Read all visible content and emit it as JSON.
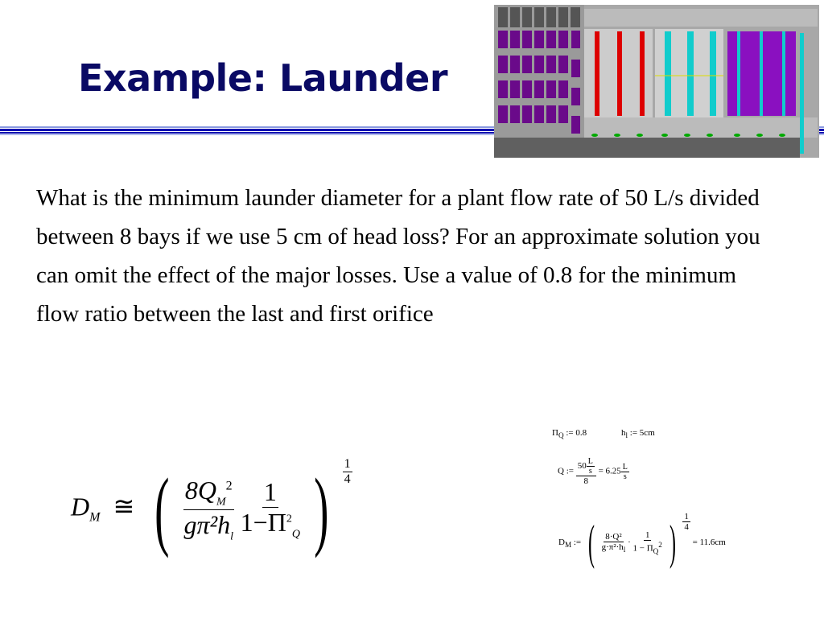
{
  "slide": {
    "title": "Example: Launder",
    "body": "What is the minimum launder diameter for a plant flow rate of 50 L/s divided between 8 bays if we use 5 cm of head loss?  For an approximate solution you can omit the effect of the major losses. Use a value of 0.8 for the minimum flow ratio between the last and first orifice"
  },
  "formula": {
    "lhs": "D",
    "lhs_sub": "M",
    "relation": "≅",
    "num1": "8Q",
    "num1_sub": "M",
    "num1_sup": "2",
    "den1": "gπ²h",
    "den1_sub": "l",
    "num2": "1",
    "den2": "1−Π",
    "den2_sup": "2",
    "den2_sub": "Q",
    "exp_num": "1",
    "exp_den": "4"
  },
  "mathcad": {
    "pi_q": "Π",
    "pi_q_sub": "Q",
    "pi_q_val": ":= 0.8",
    "hl": "h",
    "hl_sub": "l",
    "hl_val": ":= 5cm",
    "q_lhs": "Q :=",
    "q_num": "50",
    "q_unit_n": "L",
    "q_unit_d": "s",
    "q_den": "8",
    "q_result": "= 6.25",
    "dm_lhs": "D",
    "dm_sub": "M",
    "dm_assign": ":=",
    "dm_num1": "8·Q²",
    "dm_den1": "g·π²·h",
    "dm_den1_sub": "l",
    "dm_num2": "1",
    "dm_den2": "1 − Π",
    "dm_den2_sub": "Q",
    "dm_den2_sup": "2",
    "dm_exp_n": "1",
    "dm_exp_d": "4",
    "dm_result": "= 11.6cm"
  },
  "colors": {
    "title": "#0a0a64",
    "rule": "#0000b0"
  }
}
